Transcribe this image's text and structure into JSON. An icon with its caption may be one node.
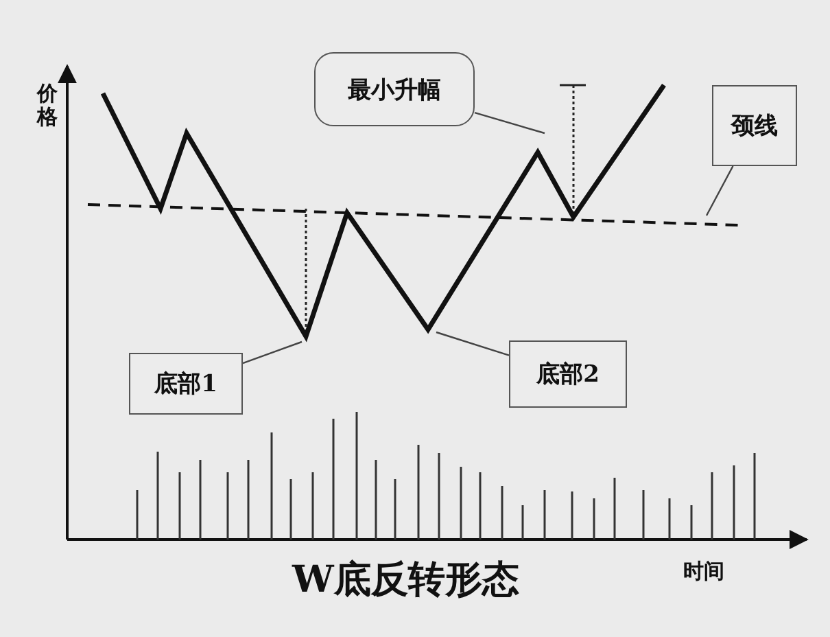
{
  "diagram": {
    "caption": "W底反转形态",
    "nodes": [
      {
        "text": [
          "最小升幅"
        ]
      },
      {
        "text": [
          "颈线"
        ]
      },
      {
        "text": [
          "底部1"
        ]
      },
      {
        "text": [
          "底部2"
        ]
      }
    ],
    "edges": [
      {
        "from": 0,
        "to": null,
        "arrow": "none"
      },
      {
        "from": 1,
        "to": null,
        "arrow": "none"
      },
      {
        "from": 2,
        "to": null,
        "arrow": "none"
      },
      {
        "from": 3,
        "to": null,
        "arrow": "none"
      }
    ],
    "labels": [
      "价格",
      "时间"
    ]
  }
}
